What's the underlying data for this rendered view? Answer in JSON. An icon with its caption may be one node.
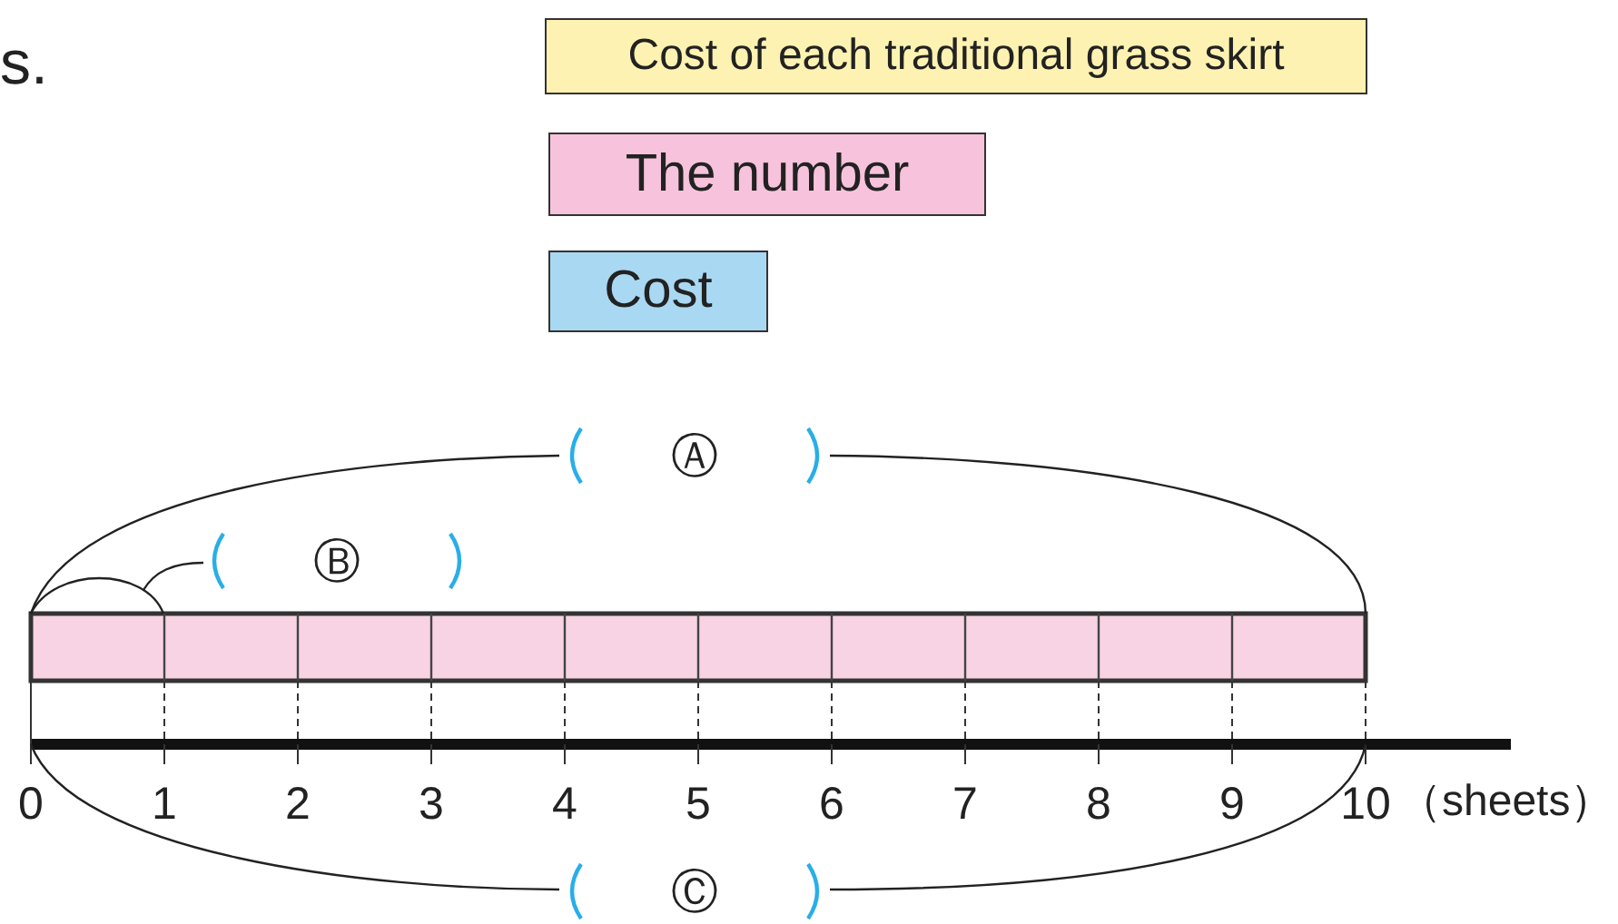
{
  "diagram": {
    "nodes": [
      {
        "text": [
          "Cost of each traditional grass skirt"
        ]
      },
      {
        "text": [
          "The number"
        ]
      },
      {
        "text": [
          "Cost"
        ]
      }
    ],
    "labels": [
      "s.",
      "Ⓐ",
      "Ⓑ",
      "0",
      "1",
      "2",
      "3",
      "4",
      "5",
      "6",
      "7",
      "8",
      "9",
      "10",
      "（sheets）",
      "Ⓒ"
    ]
  }
}
